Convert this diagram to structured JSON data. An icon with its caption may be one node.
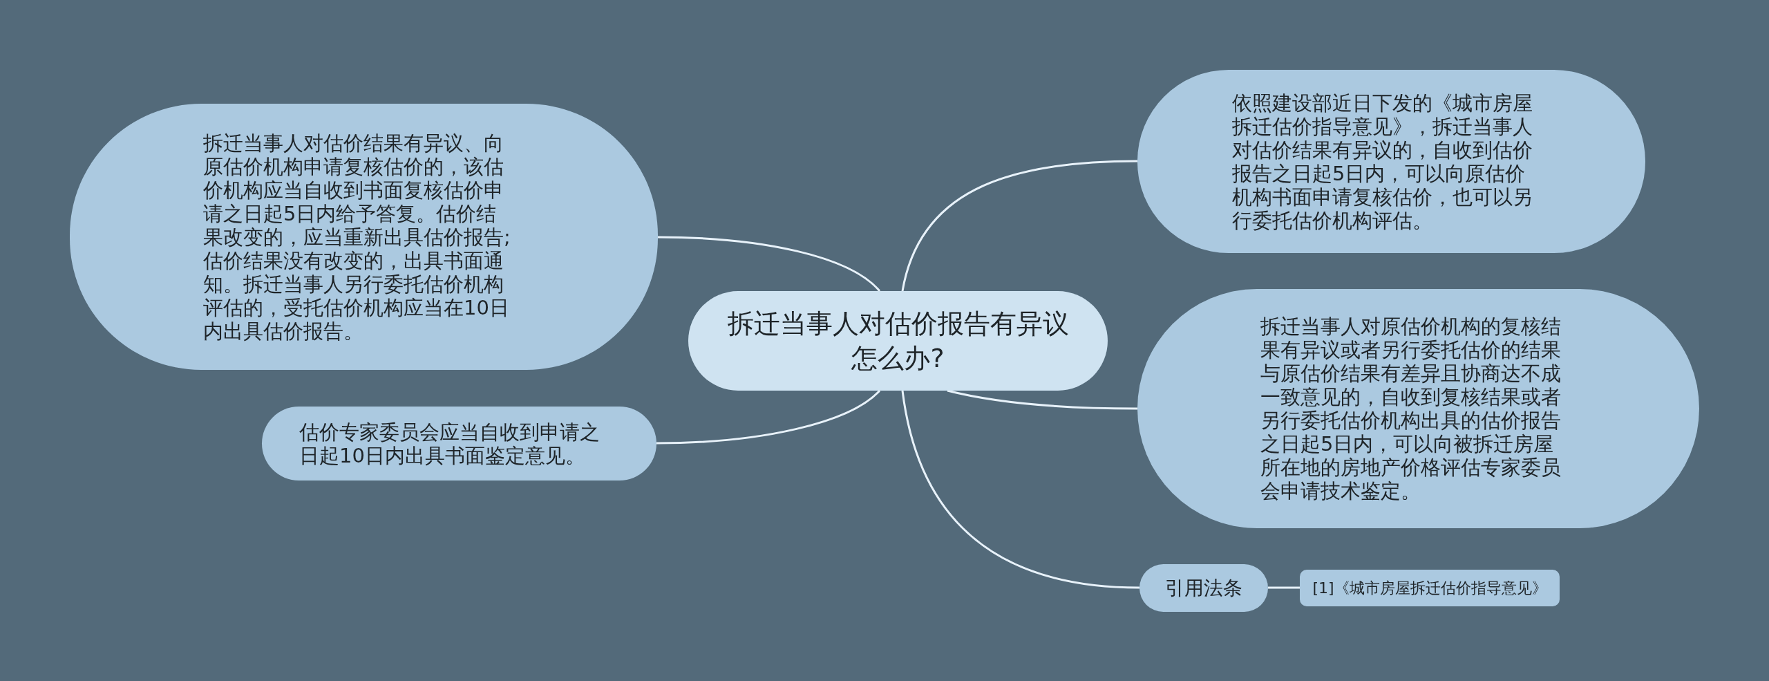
{
  "diagram": {
    "nodes": [
      {
        "text": [
          "拆迁当事人对估价报告有异议怎么办?"
        ]
      },
      {
        "text": [
          "拆迁当事人对估价结果有异议、向原估价机构申请复核估价的，该估价机构应当自收到书面复核估价申请之日起5日内给予答复。估价结果改变的，应当重新出具估价报告;估价结果没有改变的，出具书面通知。拆迁当事人另行委托估价机构评估的，受托估价机构应当在10日内出具估价报告。"
        ]
      },
      {
        "text": [
          "估价专家委员会应当自收到申请之日起10日内出具书面鉴定意见。"
        ]
      },
      {
        "text": [
          "依照建设部近日下发的《城市房屋拆迁估价指导意见》，拆迁当事人对估价结果有异议的，自收到估价报告之日起5日内，可以向原估价机构书面申请复核估价，也可以另行委托估价机构评估。"
        ]
      },
      {
        "text": [
          "拆迁当事人对原估价机构的复核结果有异议或者另行委托估价的结果与原估价结果有差异且协商达不成一致意见的，自收到复核结果或者另行委托估价机构出具的估价报告之日起5日内，可以向被拆迁房屋所在地的房地产价格评估专家委员会申请技术鉴定。"
        ]
      },
      {
        "text": [
          "引用法条"
        ]
      },
      {
        "text": [
          "[1]《城市房屋拆迁估价指导意见》"
        ]
      }
    ],
    "edges": [
      {
        "from": 0,
        "to": 1,
        "arrow": "none"
      },
      {
        "from": 0,
        "to": 2,
        "arrow": "none"
      },
      {
        "from": 0,
        "to": 3,
        "arrow": "none"
      },
      {
        "from": 0,
        "to": 4,
        "arrow": "none"
      },
      {
        "from": 0,
        "to": 5,
        "arrow": "none"
      },
      {
        "from": 5,
        "to": 6,
        "arrow": "none"
      }
    ]
  }
}
